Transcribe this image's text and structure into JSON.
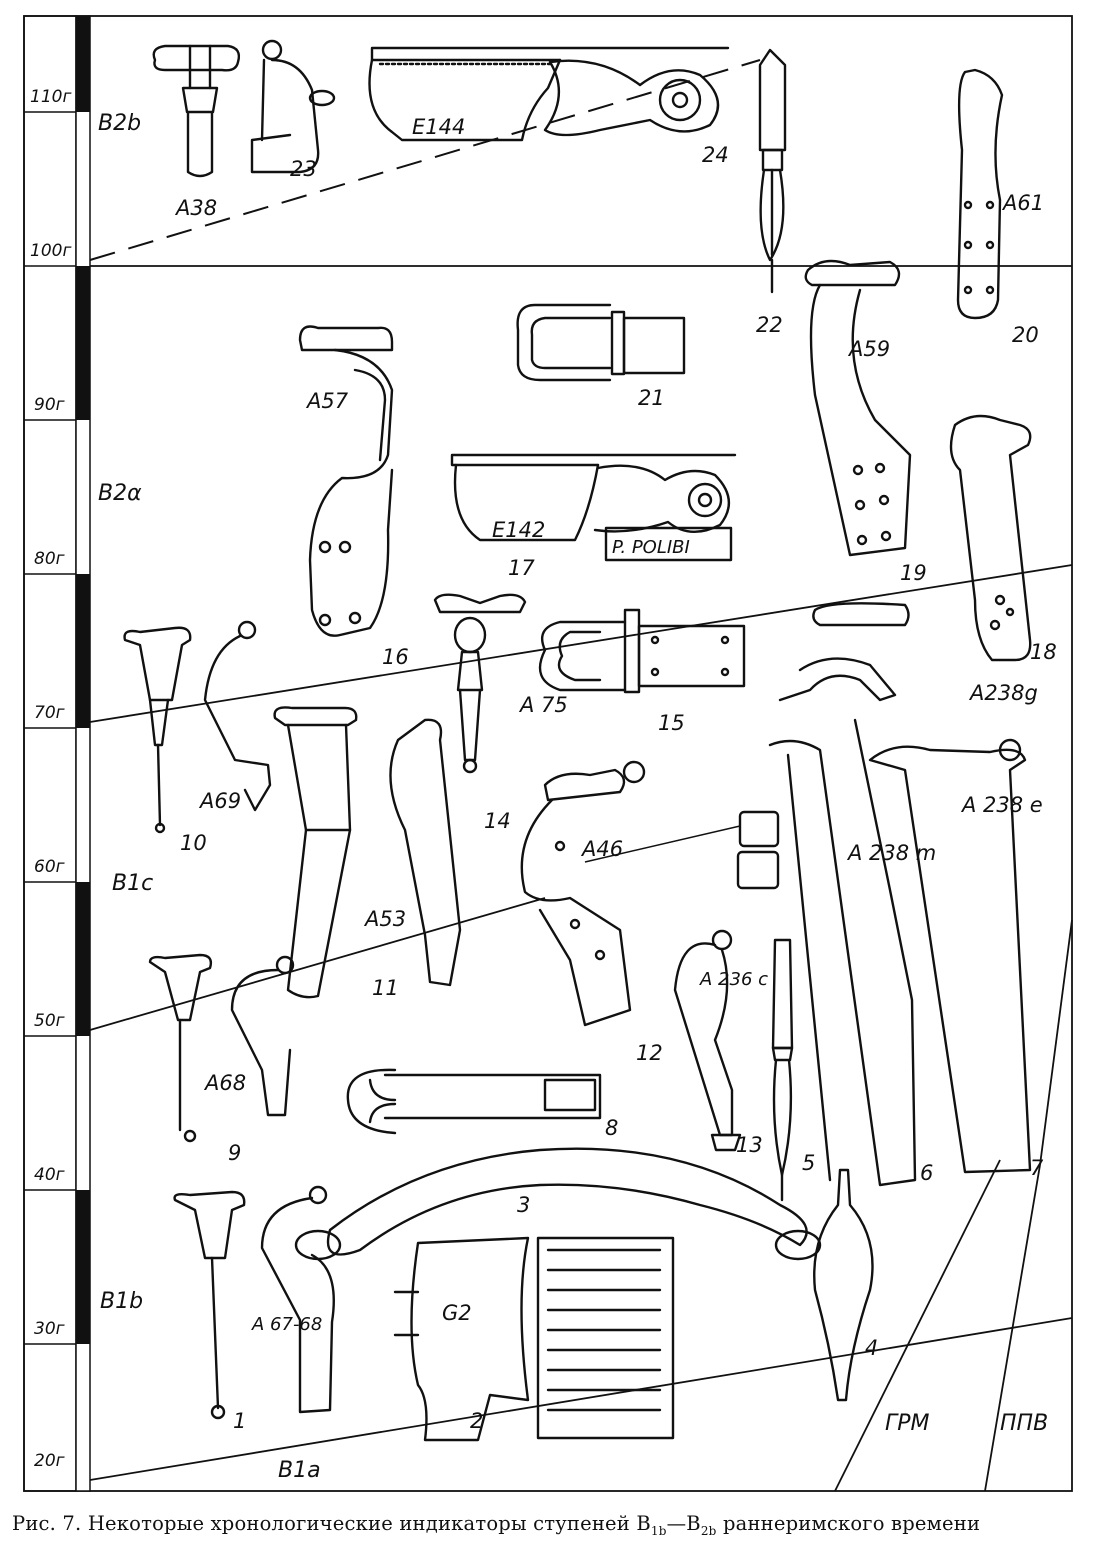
{
  "figure": {
    "year_ticks": [
      "110г",
      "100г",
      "90г",
      "80г",
      "70г",
      "60г",
      "50г",
      "40г",
      "30г",
      "20г"
    ],
    "phases": [
      "B2b",
      "B2α",
      "B1c",
      "B1b",
      "B1a"
    ],
    "zones": [
      "ГРМ",
      "ППВ"
    ],
    "artifacts": [
      {
        "id": "a38",
        "label": "A38"
      },
      {
        "id": "n23",
        "label": "23"
      },
      {
        "id": "e144",
        "label": "E144"
      },
      {
        "id": "n24",
        "label": "24"
      },
      {
        "id": "n22",
        "label": "22"
      },
      {
        "id": "a61",
        "label": "A61"
      },
      {
        "id": "n20",
        "label": "20"
      },
      {
        "id": "n21",
        "label": "21"
      },
      {
        "id": "a59",
        "label": "A59"
      },
      {
        "id": "a57",
        "label": "A57"
      },
      {
        "id": "e142",
        "label": "E142"
      },
      {
        "id": "polibi",
        "label": "P. POLIBI"
      },
      {
        "id": "n17",
        "label": "17"
      },
      {
        "id": "n19",
        "label": "19"
      },
      {
        "id": "n18",
        "label": "18"
      },
      {
        "id": "a238g",
        "label": "A238g"
      },
      {
        "id": "n16",
        "label": "16"
      },
      {
        "id": "a75",
        "label": "A 75"
      },
      {
        "id": "n15",
        "label": "15"
      },
      {
        "id": "a69",
        "label": "A69"
      },
      {
        "id": "n10",
        "label": "10"
      },
      {
        "id": "n14",
        "label": "14"
      },
      {
        "id": "a46",
        "label": "A46"
      },
      {
        "id": "a238m",
        "label": "A 238 m"
      },
      {
        "id": "a238e",
        "label": "A 238 e"
      },
      {
        "id": "a53",
        "label": "A53"
      },
      {
        "id": "n11",
        "label": "11"
      },
      {
        "id": "n12",
        "label": "12"
      },
      {
        "id": "a236c",
        "label": "A 236 c"
      },
      {
        "id": "a68",
        "label": "A68"
      },
      {
        "id": "n9",
        "label": "9"
      },
      {
        "id": "n8",
        "label": "8"
      },
      {
        "id": "n13",
        "label": "13"
      },
      {
        "id": "n5",
        "label": "5"
      },
      {
        "id": "n6",
        "label": "6"
      },
      {
        "id": "n7",
        "label": "7"
      },
      {
        "id": "n3",
        "label": "3"
      },
      {
        "id": "a6768",
        "label": "A 67-68"
      },
      {
        "id": "g2",
        "label": "G2"
      },
      {
        "id": "n4",
        "label": "4"
      },
      {
        "id": "n1",
        "label": "1"
      },
      {
        "id": "n2",
        "label": "2"
      }
    ]
  },
  "caption": {
    "prefix": "Рис. 7. Некоторые хронологические индикаторы ступеней B",
    "sub1": "1b",
    "middle": "—B",
    "sub2": "2b",
    "suffix": " раннеримского времени"
  }
}
